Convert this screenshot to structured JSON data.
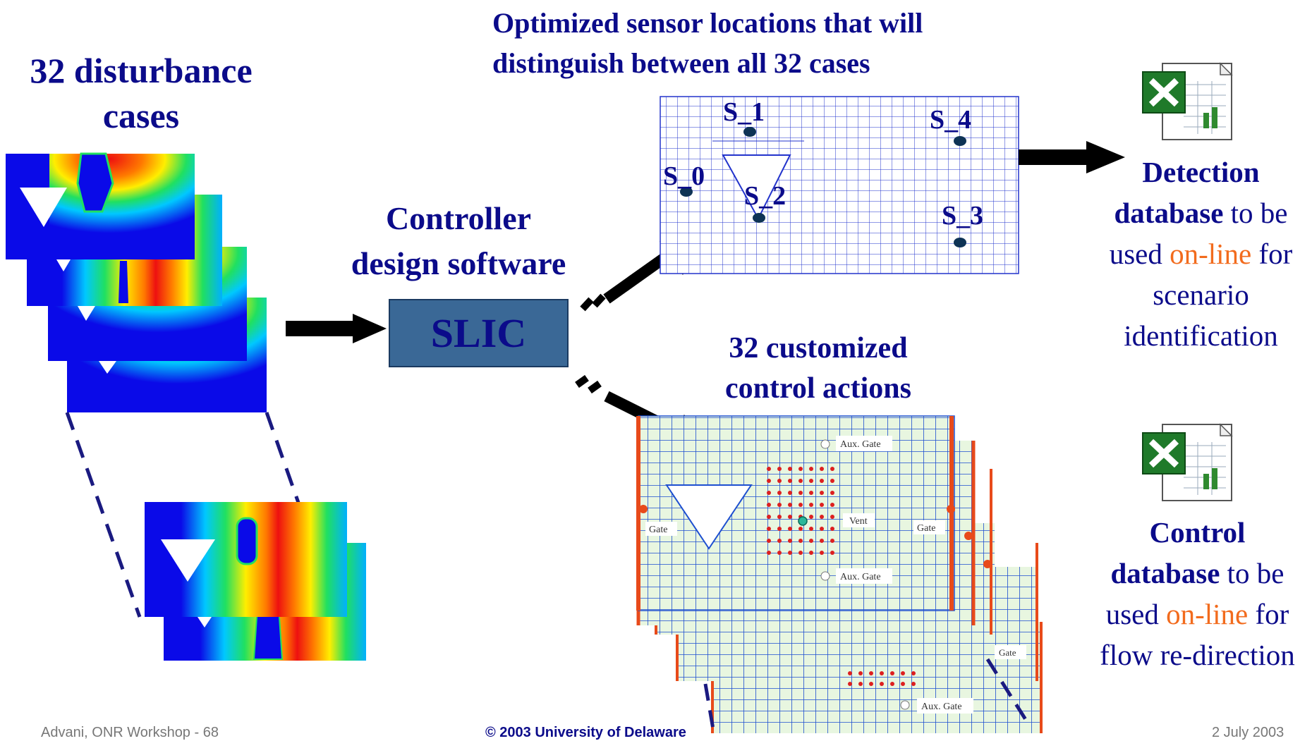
{
  "title_left": [
    "32 disturbance",
    "cases"
  ],
  "controller_label": [
    "Controller",
    "design software"
  ],
  "slic_label": "SLIC",
  "sensor_title": [
    "Optimized sensor locations that will",
    "distinguish between all 32 cases"
  ],
  "sensors": [
    "S_0",
    "S_1",
    "S_2",
    "S_3",
    "S_4"
  ],
  "control_title": [
    "32 customized",
    "control actions"
  ],
  "mesh_labels": {
    "aux_gate": "Aux. Gate",
    "gate": "Gate",
    "vent": "Vent"
  },
  "detection_db": {
    "line1": "Detection",
    "line2_bold": "database",
    "line2_rest": " to be",
    "line3_a": "used ",
    "line3_orange": "on-line",
    "line3_b": " for",
    "line4": "scenario",
    "line5": "identification"
  },
  "control_db": {
    "line1": "Control",
    "line2_bold": "database",
    "line2_rest": " to be",
    "line3_a": "used ",
    "line3_orange": "on-line",
    "line3_b": " for",
    "line4": "flow re-direction"
  },
  "footer": {
    "left": "Advani, ONR Workshop - 68",
    "center": "© 2003 University of Delaware",
    "right": "2 July 2003"
  },
  "colors": {
    "navy": "#0b0b8a",
    "orange": "#f26b1d",
    "slic_box": "#3a6896",
    "contour_blue": "#1010ee"
  }
}
